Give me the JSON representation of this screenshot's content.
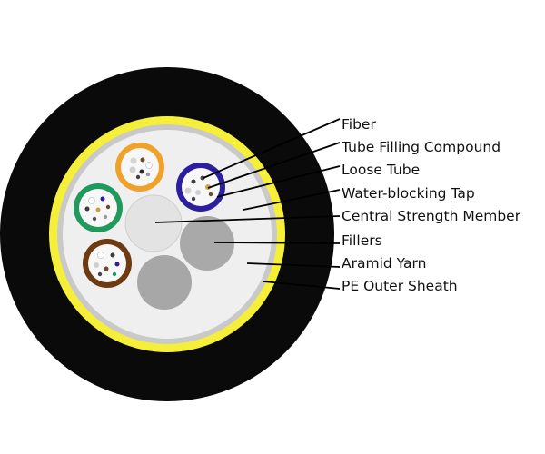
{
  "labels": {
    "fiber": "Fiber",
    "tube_filling_compound": "Tube Filling Compound",
    "loose_tube": "Loose Tube",
    "water_blocking_tap": "Water-blocking Tap",
    "central_strength_member": "Central Strength Member",
    "fillers": "Fillers",
    "aramid_yarn": "Aramid Yarn",
    "pe_outer_sheath": "PE Outer Sheath"
  },
  "colors": {
    "outer_sheath": "#0a0a0a",
    "aramid_yarn": "#f6ef3a",
    "water_blocking_tape": "#c9c9c9",
    "tube_filling_compound": "#ededed",
    "central_strength_member": "#e3e3e3",
    "filler": "#a9a9a9",
    "tube_orange": "#f0a12a",
    "tube_blue": "#2b1fa0",
    "tube_green": "#1f9a5c",
    "tube_brown": "#6e3a12",
    "leader_line": "#000000"
  }
}
